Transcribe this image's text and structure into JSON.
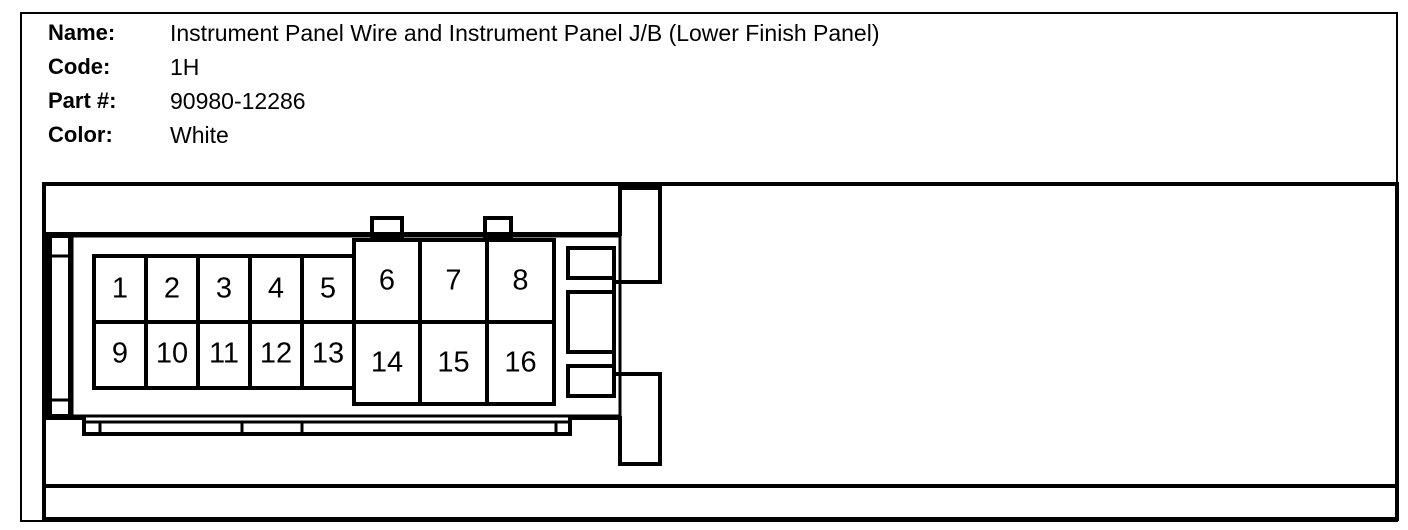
{
  "header": {
    "name": {
      "label": "Name:",
      "value": "Instrument Panel Wire and Instrument Panel J/B (Lower Finish Panel)"
    },
    "code": {
      "label": "Code:",
      "value": "1H"
    },
    "part": {
      "label": "Part #:",
      "value": "90980-12286"
    },
    "color": {
      "label": "Color:",
      "value": "White"
    }
  },
  "connector": {
    "pins_top": [
      "1",
      "2",
      "3",
      "4",
      "5",
      "6",
      "7",
      "8"
    ],
    "pins_bottom": [
      "9",
      "10",
      "11",
      "12",
      "13",
      "14",
      "15",
      "16"
    ]
  }
}
